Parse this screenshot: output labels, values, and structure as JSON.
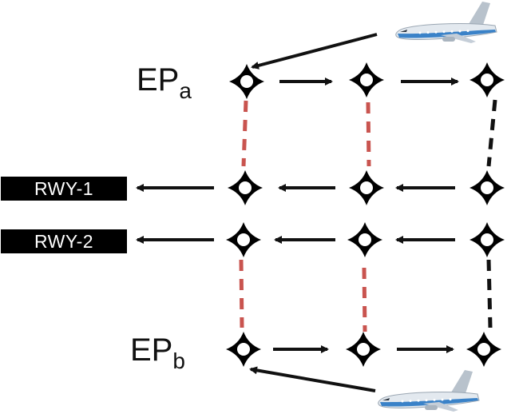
{
  "entry_points": {
    "a": {
      "main": "EP",
      "sub": "a"
    },
    "b": {
      "main": "EP",
      "sub": "b"
    }
  },
  "runways": [
    {
      "label": "RWY-1"
    },
    {
      "label": "RWY-2"
    }
  ],
  "icons": {
    "node": "taxiway-node-icon",
    "aircraft": "airplane-icon"
  },
  "colors": {
    "arrow": "#111111",
    "red_dashed_link": "#c9544f",
    "black_dashed_link": "#111111",
    "runway_label_bg": "#000000",
    "runway_label_text": "#ffffff",
    "aircraft_body": "#dfe6ee",
    "aircraft_stripe": "#3a82c8"
  }
}
